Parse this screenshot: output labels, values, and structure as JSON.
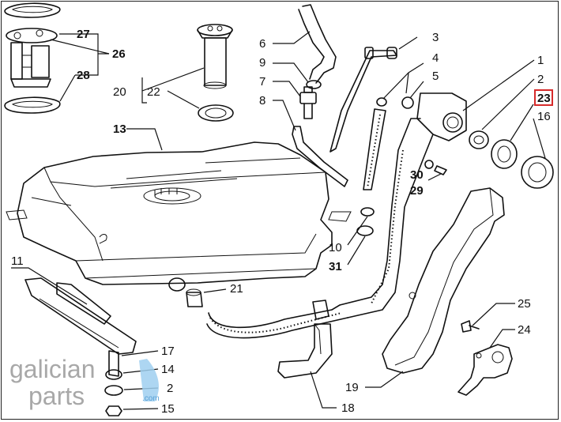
{
  "diagram": {
    "highlight_color": "#d62a2a",
    "callouts": [
      {
        "id": "27",
        "text": "27"
      },
      {
        "id": "26",
        "text": "26"
      },
      {
        "id": "28",
        "text": "28"
      },
      {
        "id": "20",
        "text": "20"
      },
      {
        "id": "22",
        "text": "22"
      },
      {
        "id": "6",
        "text": "6"
      },
      {
        "id": "9",
        "text": "9"
      },
      {
        "id": "7",
        "text": "7"
      },
      {
        "id": "8",
        "text": "8"
      },
      {
        "id": "3",
        "text": "3"
      },
      {
        "id": "4",
        "text": "4"
      },
      {
        "id": "5",
        "text": "5"
      },
      {
        "id": "1",
        "text": "1"
      },
      {
        "id": "2a",
        "text": "2"
      },
      {
        "id": "23",
        "text": "23"
      },
      {
        "id": "16",
        "text": "16"
      },
      {
        "id": "13",
        "text": "13"
      },
      {
        "id": "30",
        "text": "30"
      },
      {
        "id": "29",
        "text": "29"
      },
      {
        "id": "10",
        "text": "10"
      },
      {
        "id": "31",
        "text": "31"
      },
      {
        "id": "11",
        "text": "11"
      },
      {
        "id": "21",
        "text": "21"
      },
      {
        "id": "25",
        "text": "25"
      },
      {
        "id": "24",
        "text": "24"
      },
      {
        "id": "17",
        "text": "17"
      },
      {
        "id": "14",
        "text": "14"
      },
      {
        "id": "2b",
        "text": "2"
      },
      {
        "id": "15",
        "text": "15"
      },
      {
        "id": "19",
        "text": "19"
      },
      {
        "id": "18",
        "text": "18"
      }
    ]
  },
  "watermark": {
    "line1": "galician",
    "line2": "parts",
    "suffix": ".com"
  }
}
